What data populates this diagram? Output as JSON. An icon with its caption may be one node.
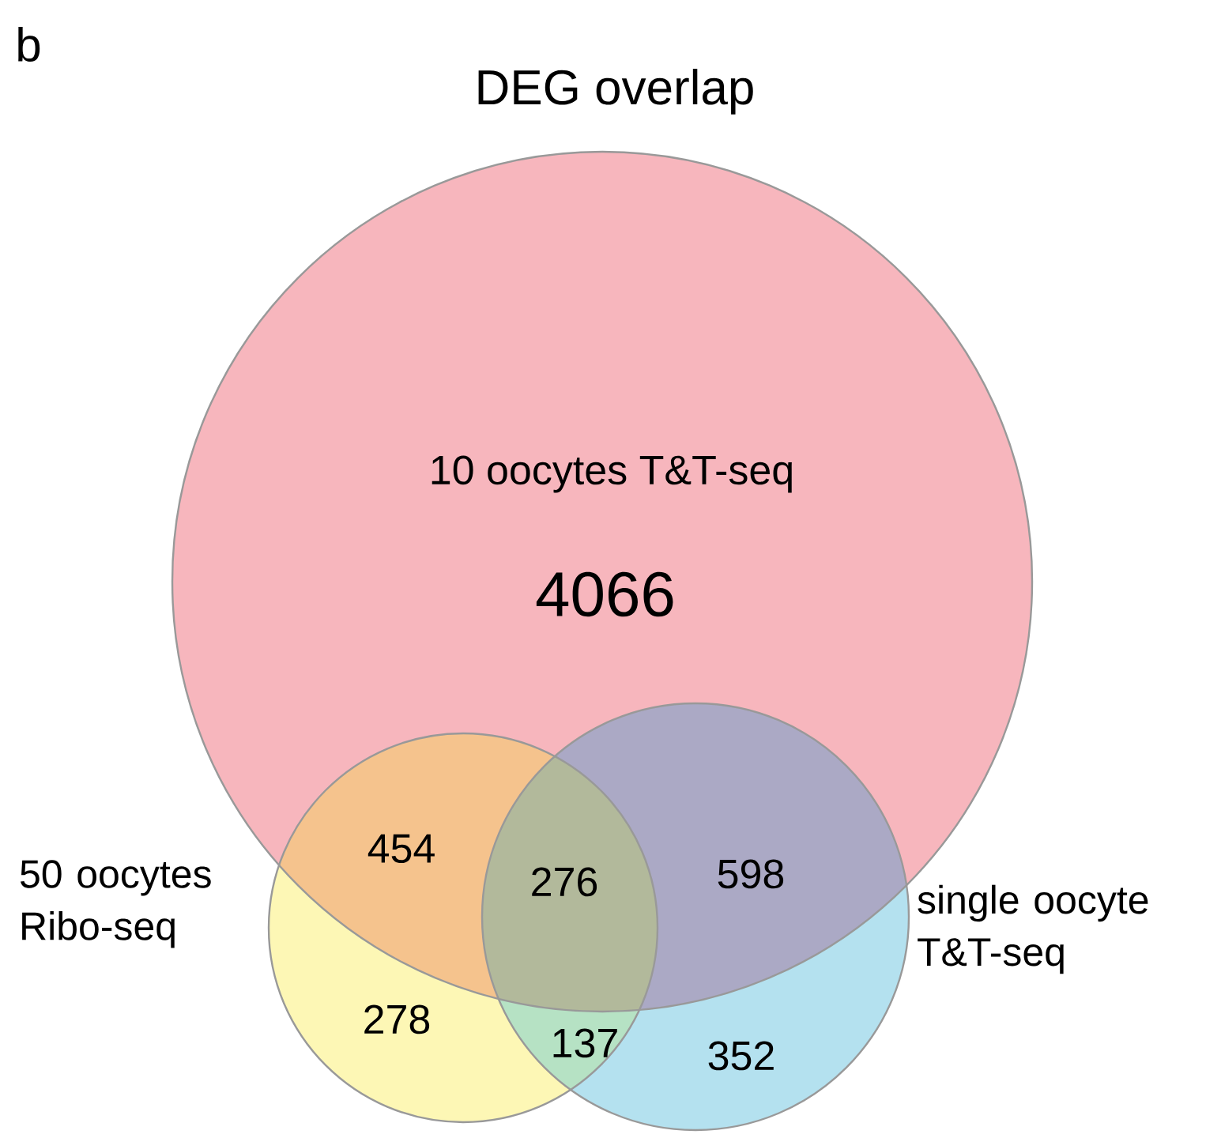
{
  "diagram": {
    "title": "DEG overlap",
    "nodes": [
      {
        "text": [
          "10 oocytes T&T-seq",
          "4066"
        ]
      },
      {
        "text": [
          "50 oocytes Ribo-seq"
        ]
      },
      {
        "text": [
          "single oocyte T&T-seq"
        ]
      }
    ],
    "edges": [],
    "labels": [
      "b",
      "454",
      "276",
      "598",
      "278",
      "137",
      "352"
    ]
  }
}
